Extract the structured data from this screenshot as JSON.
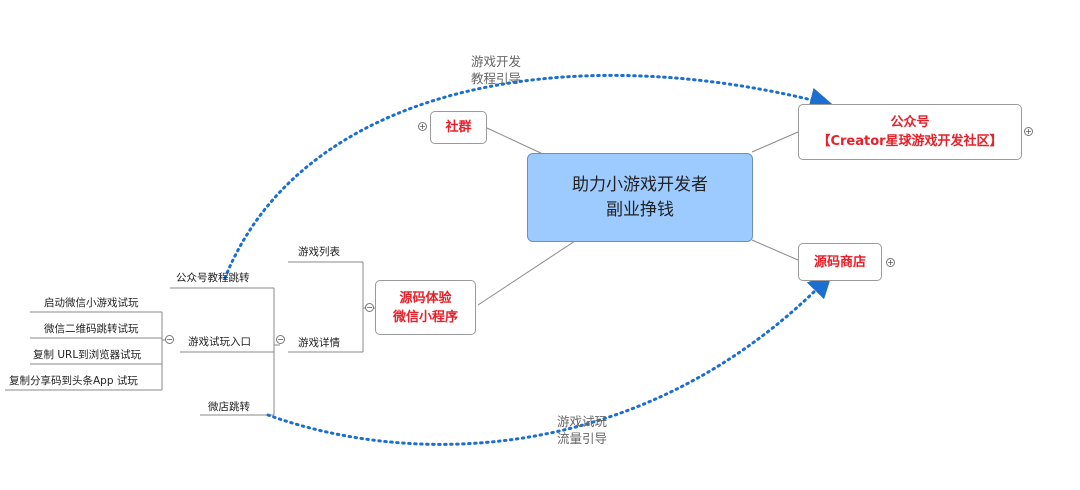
{
  "central": {
    "line1": "助力小游戏开发者",
    "line2": "副业挣钱"
  },
  "nodes": {
    "community": "社群",
    "official_account": {
      "line1": "公众号",
      "line2": "【Creator星球游戏开发社区】"
    },
    "source_store": "源码商店",
    "experience": {
      "line1": "源码体验",
      "line2": "微信小程序"
    }
  },
  "branches": {
    "game_list": "游戏列表",
    "game_detail": "游戏详情",
    "oa_jump": "公众号教程跳转",
    "trial_entry": "游戏试玩入口",
    "store_jump": "微店跳转"
  },
  "trial_leaves": [
    "启动微信小游戏试玩",
    "微信二维码跳转试玩",
    "复制 URL到浏览器试玩",
    "复制分享码到头条App 试玩"
  ],
  "annotations": {
    "top_line1": "游戏开发",
    "top_line2": "教程引导",
    "bottom_line1": "游戏试玩",
    "bottom_line2": "流量引导"
  },
  "colors": {
    "accent_red": "#e8202a",
    "central_fill": "#9ecbff",
    "arrow_blue": "#1a6fd1"
  }
}
